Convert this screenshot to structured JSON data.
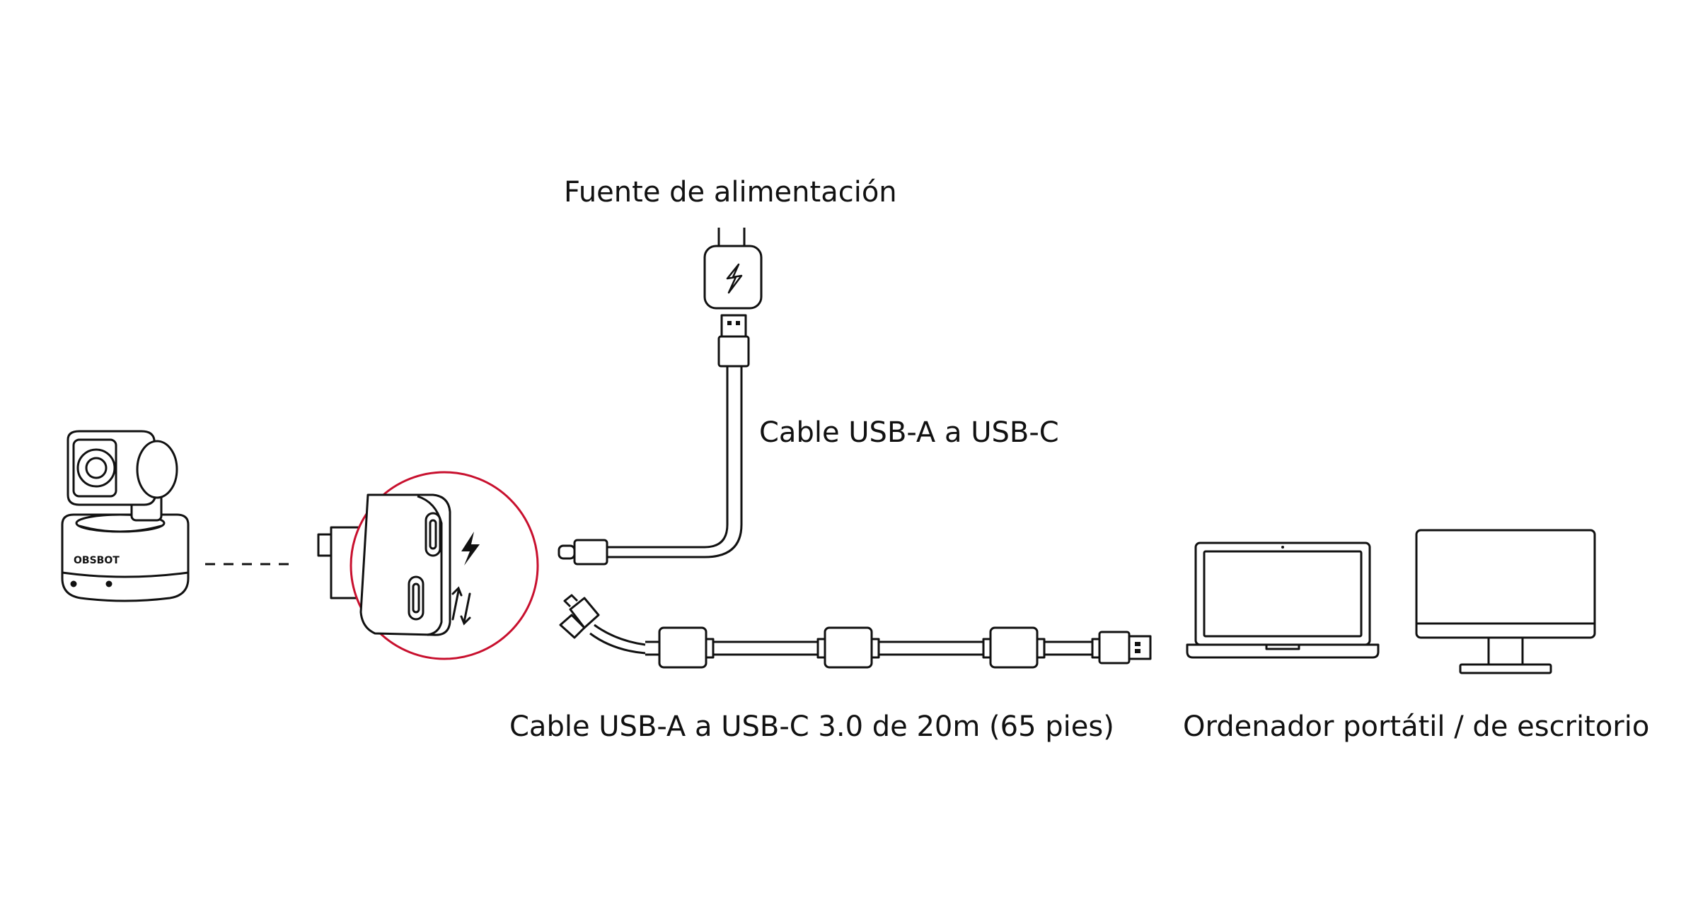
{
  "labels": {
    "power_supply": "Fuente de alimentación",
    "short_cable": "Cable USB-A a USB-C",
    "long_cable": "Cable USB-A a USB-C 3.0 de 20m (65 pies)",
    "computer": "Ordenador portátil / de escritorio"
  },
  "camera": {
    "brand": "OBSBOT"
  },
  "icons": {
    "adapter_badge": "lightning-icon",
    "port_data": "data-transfer-icon",
    "port_power": "lightning-icon"
  },
  "colors": {
    "stroke": "#111111",
    "highlight": "#c8102e",
    "background": "#ffffff"
  }
}
